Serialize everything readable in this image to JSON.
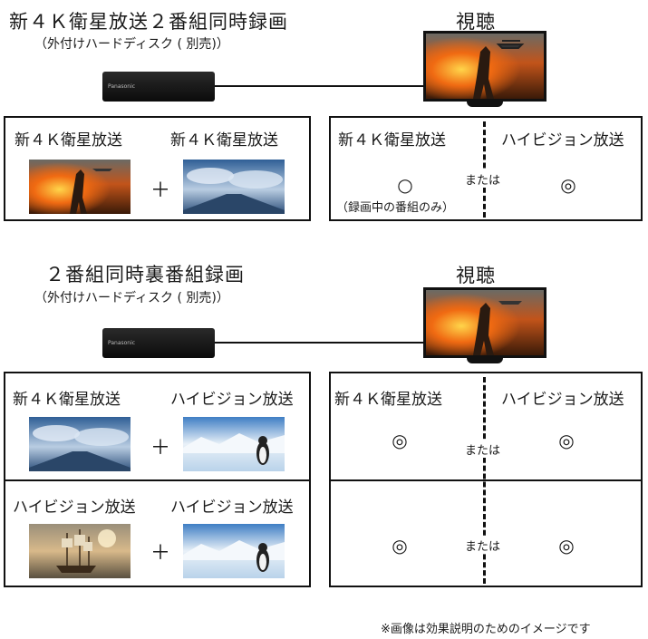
{
  "section1": {
    "title": "新４Ｋ衛星放送２番組同時録画",
    "subtitle": "（外付けハードディスク ( 別売)）",
    "view_label": "視聴",
    "left": {
      "label_a": "新４Ｋ衛星放送",
      "label_b": "新４Ｋ衛星放送",
      "plus": "＋"
    },
    "right": {
      "label_a": "新４Ｋ衛星放送",
      "label_b": "ハイビジョン放送",
      "or": "または",
      "mark_a": "○",
      "mark_b": "◎",
      "note": "（録画中の番組のみ）"
    }
  },
  "section2": {
    "title": "２番組同時裏番組録画",
    "subtitle": "（外付けハードディスク ( 別売)）",
    "view_label": "視聴",
    "row1": {
      "label_a": "新４Ｋ衛星放送",
      "label_b": "ハイビジョン放送",
      "plus": "＋",
      "right_label_a": "新４Ｋ衛星放送",
      "right_label_b": "ハイビジョン放送",
      "mark_a": "◎",
      "mark_b": "◎",
      "or": "または"
    },
    "row2": {
      "label_a": "ハイビジョン放送",
      "label_b": "ハイビジョン放送",
      "plus": "＋",
      "mark_a": "◎",
      "mark_b": "◎",
      "or": "または"
    }
  },
  "device": {
    "brand": "Panasonic"
  },
  "footnote": "※画像は効果説明のためのイメージです"
}
